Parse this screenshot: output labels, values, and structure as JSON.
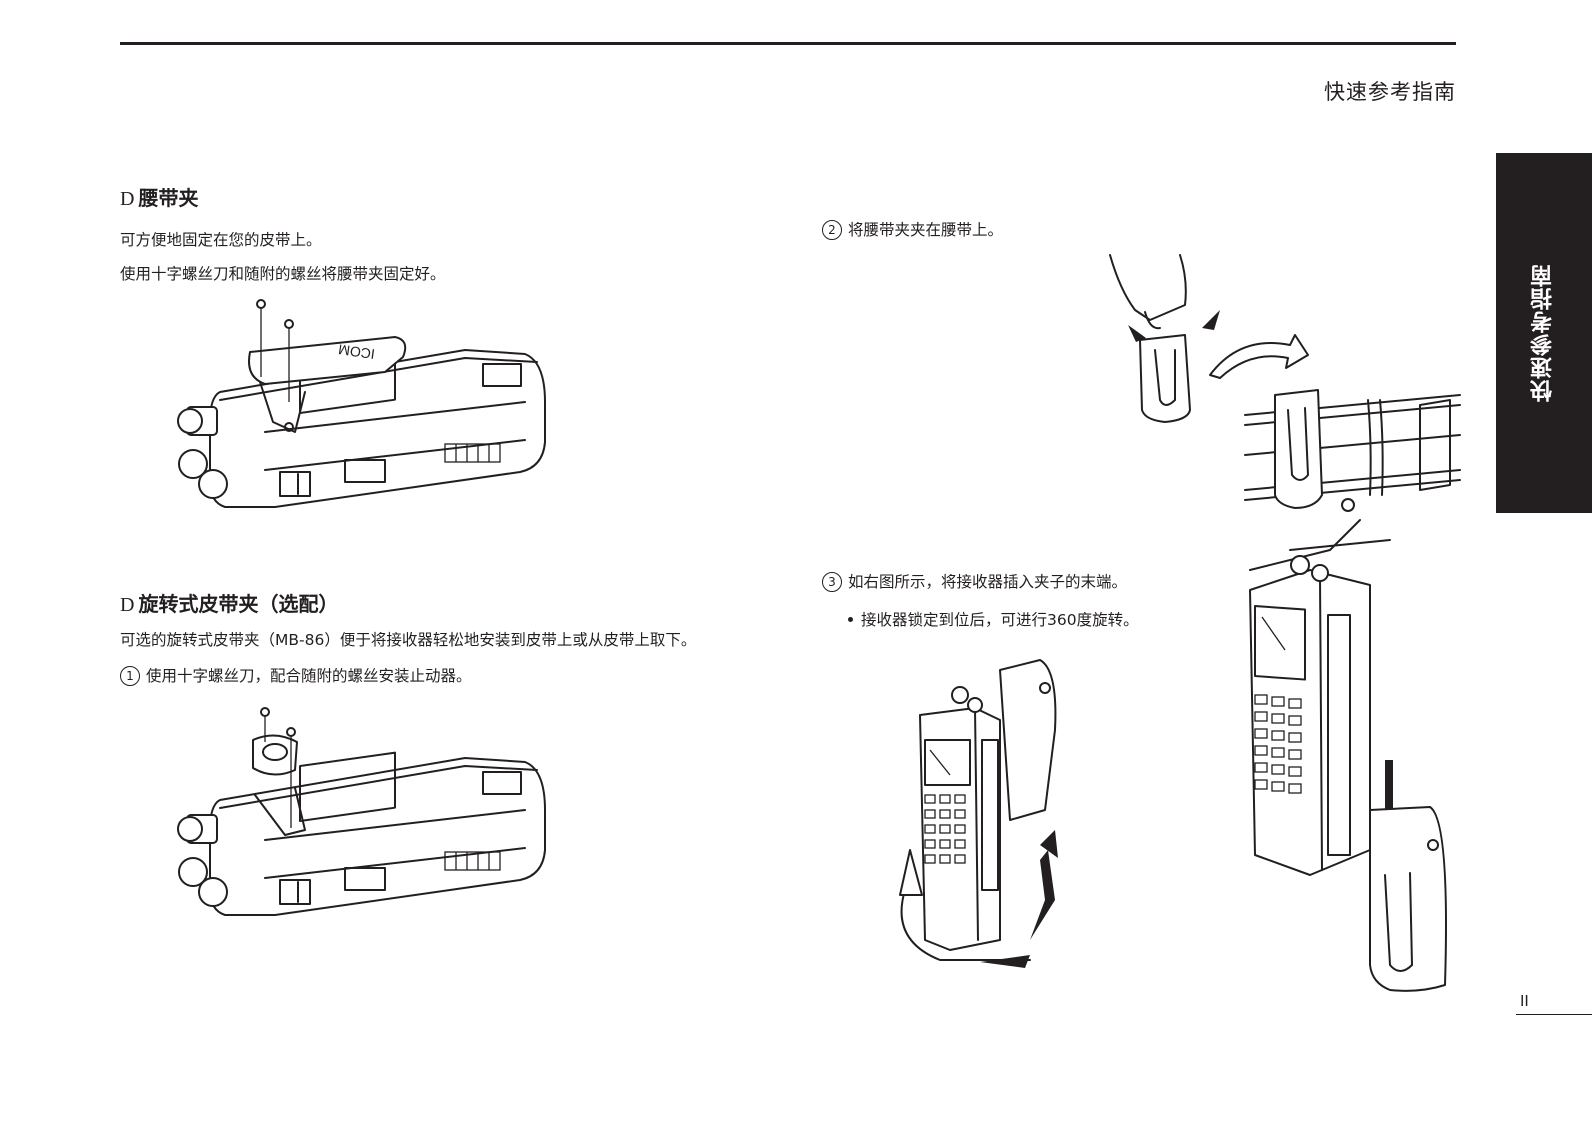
{
  "header": {
    "title": "快速参考指南"
  },
  "side_tab": {
    "label": "快速参考指南"
  },
  "section_belt_clip": {
    "marker": "D",
    "heading": "腰带夹",
    "lines": [
      "可方便地固定在您的皮带上。",
      "使用十字螺丝刀和随附的螺丝将腰带夹固定好。"
    ],
    "clip_brand": "ICOM"
  },
  "section_swivel": {
    "marker": "D",
    "heading": "旋转式皮带夹（选配）",
    "intro": "可选的旋转式皮带夹（MB-86）便于将接收器轻松地安装到皮带上或从皮带上取下。",
    "step1": {
      "num": "1",
      "text": "使用十字螺丝刀，配合随附的螺丝安装止动器。"
    },
    "step2": {
      "num": "2",
      "text": "将腰带夹夹在腰带上。"
    },
    "step3": {
      "num": "3",
      "text": "如右图所示，将接收器插入夹子的末端。"
    },
    "bullet": "接收器锁定到位后，可进行360度旋转。"
  },
  "footer": {
    "page_number": "II"
  }
}
